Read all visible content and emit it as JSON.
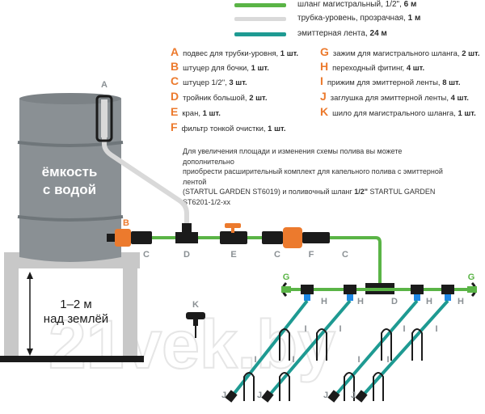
{
  "legend": [
    {
      "label": "шланг магистральный, 1/2\",",
      "qty": "6 м",
      "color": "#5ab446"
    },
    {
      "label": "трубка-уровень, прозрачная,",
      "qty": "1 м",
      "color": "#d9d9d9"
    },
    {
      "label": "эмиттерная лента,",
      "qty": "24 м",
      "color": "#1e9a92"
    }
  ],
  "parts_left": [
    {
      "letter": "A",
      "text": "подвес для трубки-уровня,",
      "qty": "1 шт."
    },
    {
      "letter": "B",
      "text": "штуцер для бочки,",
      "qty": "1 шт."
    },
    {
      "letter": "C",
      "text": "штуцер 1/2\",",
      "qty": "3 шт."
    },
    {
      "letter": "D",
      "text": "тройник большой,",
      "qty": "2 шт."
    },
    {
      "letter": "E",
      "text": "кран,",
      "qty": "1 шт."
    },
    {
      "letter": "F",
      "text": "фильтр тонкой очистки,",
      "qty": "1 шт."
    }
  ],
  "parts_right": [
    {
      "letter": "G",
      "text": "зажим для магистрального шланга,",
      "qty": "2 шт."
    },
    {
      "letter": "H",
      "text": "переходный фитинг,",
      "qty": "4 шт."
    },
    {
      "letter": "I",
      "text": "прижим для эмиттерной ленты,",
      "qty": "8 шт."
    },
    {
      "letter": "J",
      "text": "заглушка для эмиттерной ленты,",
      "qty": "4 шт."
    },
    {
      "letter": "K",
      "text": "шило для магистрального шланга,",
      "qty": "1 шт."
    }
  ],
  "note": {
    "line1": "Для увеличения площади и изменения схемы полива вы можете дополнительно",
    "line2": "приобрести расширительный комплект для капельного полива с эмиттерной лентой",
    "line3_a": "(STARTUL GARDEN ST6019) и поливочный шланг",
    "line3_b": "1/2\"",
    "line3_c": "STARTUL GARDEN ST6201-1/2-xx"
  },
  "tank": {
    "line1": "ёмкость",
    "line2": "с водой"
  },
  "stand": {
    "line1": "1–2 м",
    "line2": "над землёй"
  },
  "labels": {
    "A": "A",
    "B": "B",
    "C": "C",
    "D": "D",
    "E": "E",
    "F": "F",
    "G": "G",
    "H": "H",
    "I": "I",
    "J": "J",
    "K": "K"
  },
  "watermark": "21vek.by",
  "colors": {
    "hose": "#5ab446",
    "tube": "#d9d9d9",
    "tape": "#1e9a92",
    "accent": "#ec7a2d",
    "tank": "#8a9094",
    "tank_dark": "#6f767a",
    "stand": "#c8c8c8",
    "fitting": "#1b1b1b",
    "h_fitting": "#1e88e5"
  }
}
